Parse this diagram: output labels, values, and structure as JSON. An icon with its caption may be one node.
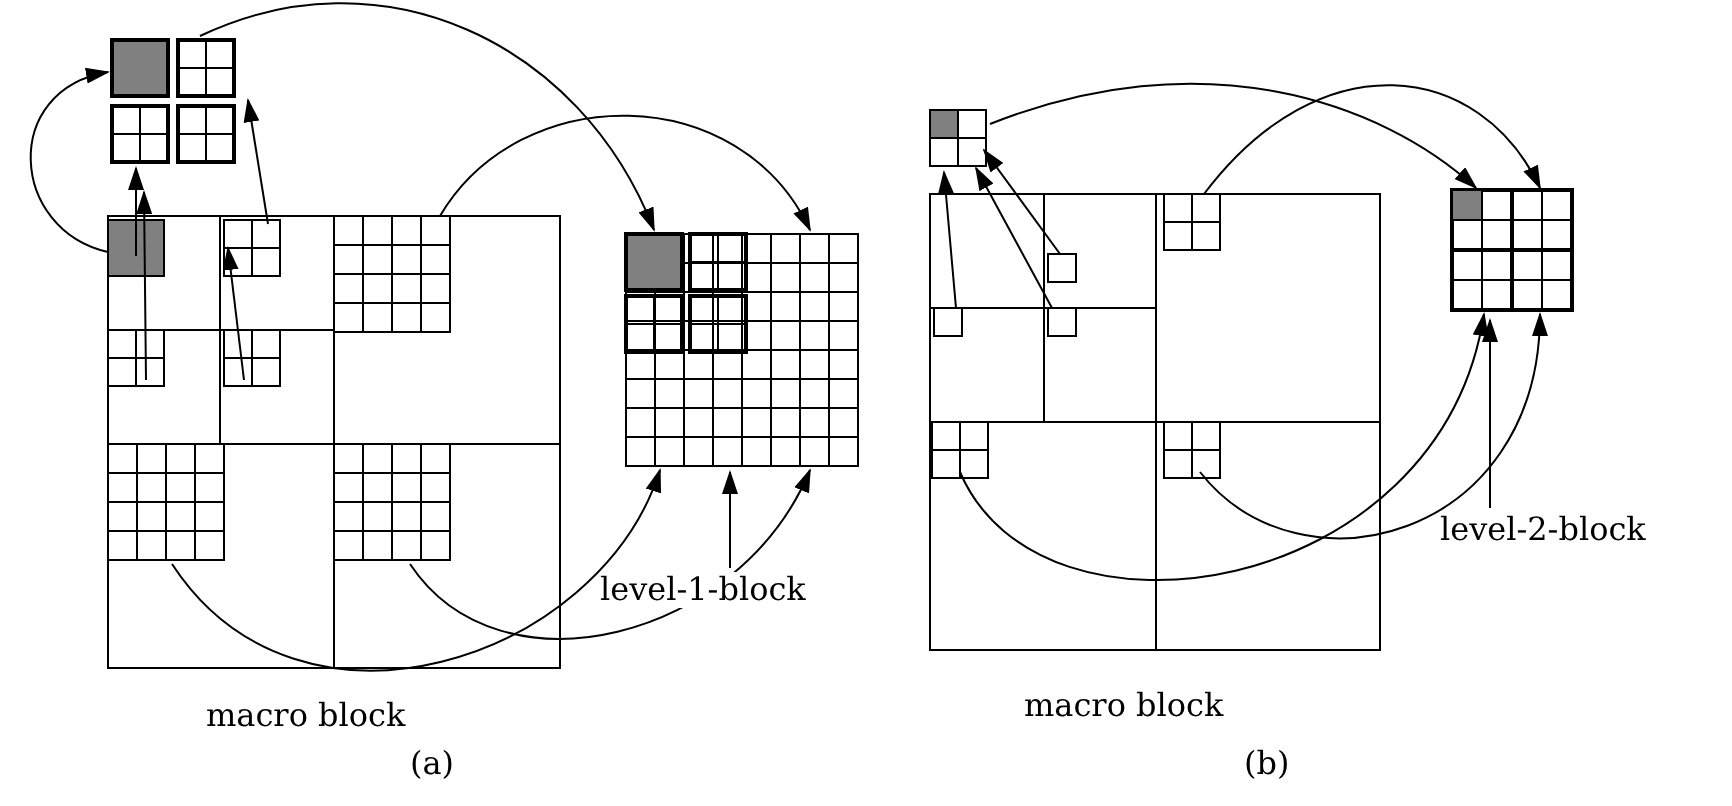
{
  "diagram": {
    "nodes": [
      {
        "text": [
          "level-1-block"
        ]
      },
      {
        "text": [
          "level-2-block"
        ]
      }
    ],
    "edges": [
      {
        "from": 0,
        "to": null,
        "arrow": "to"
      },
      {
        "from": 1,
        "to": null,
        "arrow": "to"
      }
    ],
    "labels": [
      "macro block",
      "(a)",
      "macro block",
      "(b)"
    ]
  }
}
